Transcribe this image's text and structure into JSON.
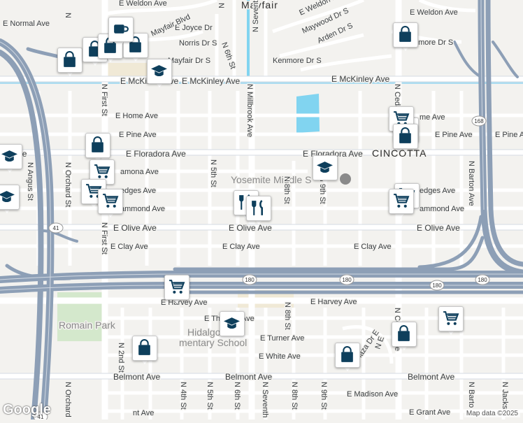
{
  "neighborhoods": [
    "Mayfair",
    "CINCOTTA"
  ],
  "places": {
    "school1": "Yosemite Middle S",
    "park": "Romain Park",
    "school2a": "Hidalgo",
    "school2b": "mentary School"
  },
  "streets": {
    "e_weldon_left": "E Weldon Ave",
    "e_weldon_right": "E Weldon Ave",
    "e_weldon_dr": "E Weldon Dr S",
    "mayfair_blvd": "Mayfair Blvd",
    "e_joyce": "E Joyce Dr",
    "norris": "Norris Dr S",
    "maywood": "Maywood Dr S",
    "arden": "Arden Dr S",
    "kenmore_l": "Kenmore Dr S",
    "kenmore_r": "nmore Dr S",
    "mayfair_dr": "Mayfair Dr S",
    "e_normal": "E Normal Ave",
    "mckinley1": "E McKinley Ave",
    "mckinley2": "E McKinley Ave",
    "mckinley3": "E McKinley Ave",
    "e_home": "E Home Ave",
    "e_home_r": "me Ave",
    "pine1": "E Pine Ave",
    "pine2": "E Pine Ave",
    "pine3": "E Pine Ave",
    "floradora1": "E Floradora Ave",
    "floradora2": "E Floradora Ave",
    "floradora_left": "Ave",
    "ramona": "amona Ave",
    "hedges1": "edges Ave",
    "hedges2": "edges Ave",
    "hammond1": "ammond Ave",
    "hammond2": "ammond Ave",
    "olive1": "E Olive Ave",
    "olive2": "E Olive Ave",
    "olive3": "E Olive Ave",
    "clay1": "E Clay Ave",
    "clay2": "E Clay Ave",
    "clay3": "E Clay Ave",
    "harvey1": "E Harvey Ave",
    "harvey2": "E Harvey Ave",
    "thomas": "E Th",
    "thomas_b": "Ave",
    "turner": "E Turner Ave",
    "white": "E White Ave",
    "belmont1": "Belmont Ave",
    "belmont2": "Belmont Ave",
    "madison1": "E Madison Ave",
    "madison2": "nt Ave",
    "grant": "E Grant Ave",
    "n_first": "N First St",
    "n_first2": "N First St",
    "n_5th": "N 5th St",
    "n_6th": "N 6th St",
    "n_6th_b": "N 6th St",
    "n_millbrook": "N Millbrook Ave",
    "n_seventh": "N Seventh St",
    "n_seventh_b": "N Seventh",
    "n_8th": "N 8th St",
    "n_8th_b": "N 8th St",
    "n_8th_c": "N 8th St",
    "n_9th": "N 9th St",
    "n_9th_b": "N 9th St",
    "n_cedar": "N Cedar",
    "n_cedar_b": "N Cedar Ave",
    "n_barton": "N Barton Ave",
    "n_barton_b": "N Barto",
    "n_jacks": "N Jacks",
    "n_angus": "N Angus St",
    "n_orchard": "N Orchard St",
    "n_orchard_b": "N Orchard",
    "n_2nd": "N 2nd St",
    "n_4th": "N 4th St",
    "n_5th_b": "N 5th St",
    "plaza": "Plaza Dr E",
    "n_e": "N E",
    "n_hidden_top": "N",
    "n_hidden_top2": "N"
  },
  "highways": [
    {
      "number": "41"
    },
    {
      "number": "168"
    },
    {
      "number": "180"
    },
    {
      "number": "180"
    },
    {
      "number": "180"
    },
    {
      "number": "180"
    },
    {
      "number": "41"
    }
  ],
  "markers": [
    {
      "type": "shopping-bag"
    },
    {
      "type": "shopping-bag"
    },
    {
      "type": "shopping-bag"
    },
    {
      "type": "shopping-bag"
    },
    {
      "type": "shopping-bag"
    },
    {
      "type": "cafe"
    },
    {
      "type": "school"
    },
    {
      "type": "shopping-bag"
    },
    {
      "type": "shopping-bag"
    },
    {
      "type": "shopping-cart"
    },
    {
      "type": "shopping-bag"
    },
    {
      "type": "school"
    },
    {
      "type": "shopping-cart"
    },
    {
      "type": "shopping-cart"
    },
    {
      "type": "shopping-cart"
    },
    {
      "type": "restaurant"
    },
    {
      "type": "restaurant"
    },
    {
      "type": "shopping-cart"
    },
    {
      "type": "shopping-cart"
    },
    {
      "type": "school"
    },
    {
      "type": "school"
    },
    {
      "type": "shopping-bag"
    },
    {
      "type": "shopping-bag"
    },
    {
      "type": "shopping-bag"
    },
    {
      "type": "school"
    },
    {
      "type": "shopping-cart"
    },
    {
      "type": "shopping-cart"
    }
  ],
  "branding": {
    "logo": "Google",
    "attribution": "Map data ©2025"
  },
  "colors": {
    "background": "#f3f2ef",
    "road": "#ffffff",
    "freeway": "#8d9fb6",
    "water": "#81d4f0",
    "park": "#d4e8cc",
    "marker_icon": "#0e3f5c"
  }
}
